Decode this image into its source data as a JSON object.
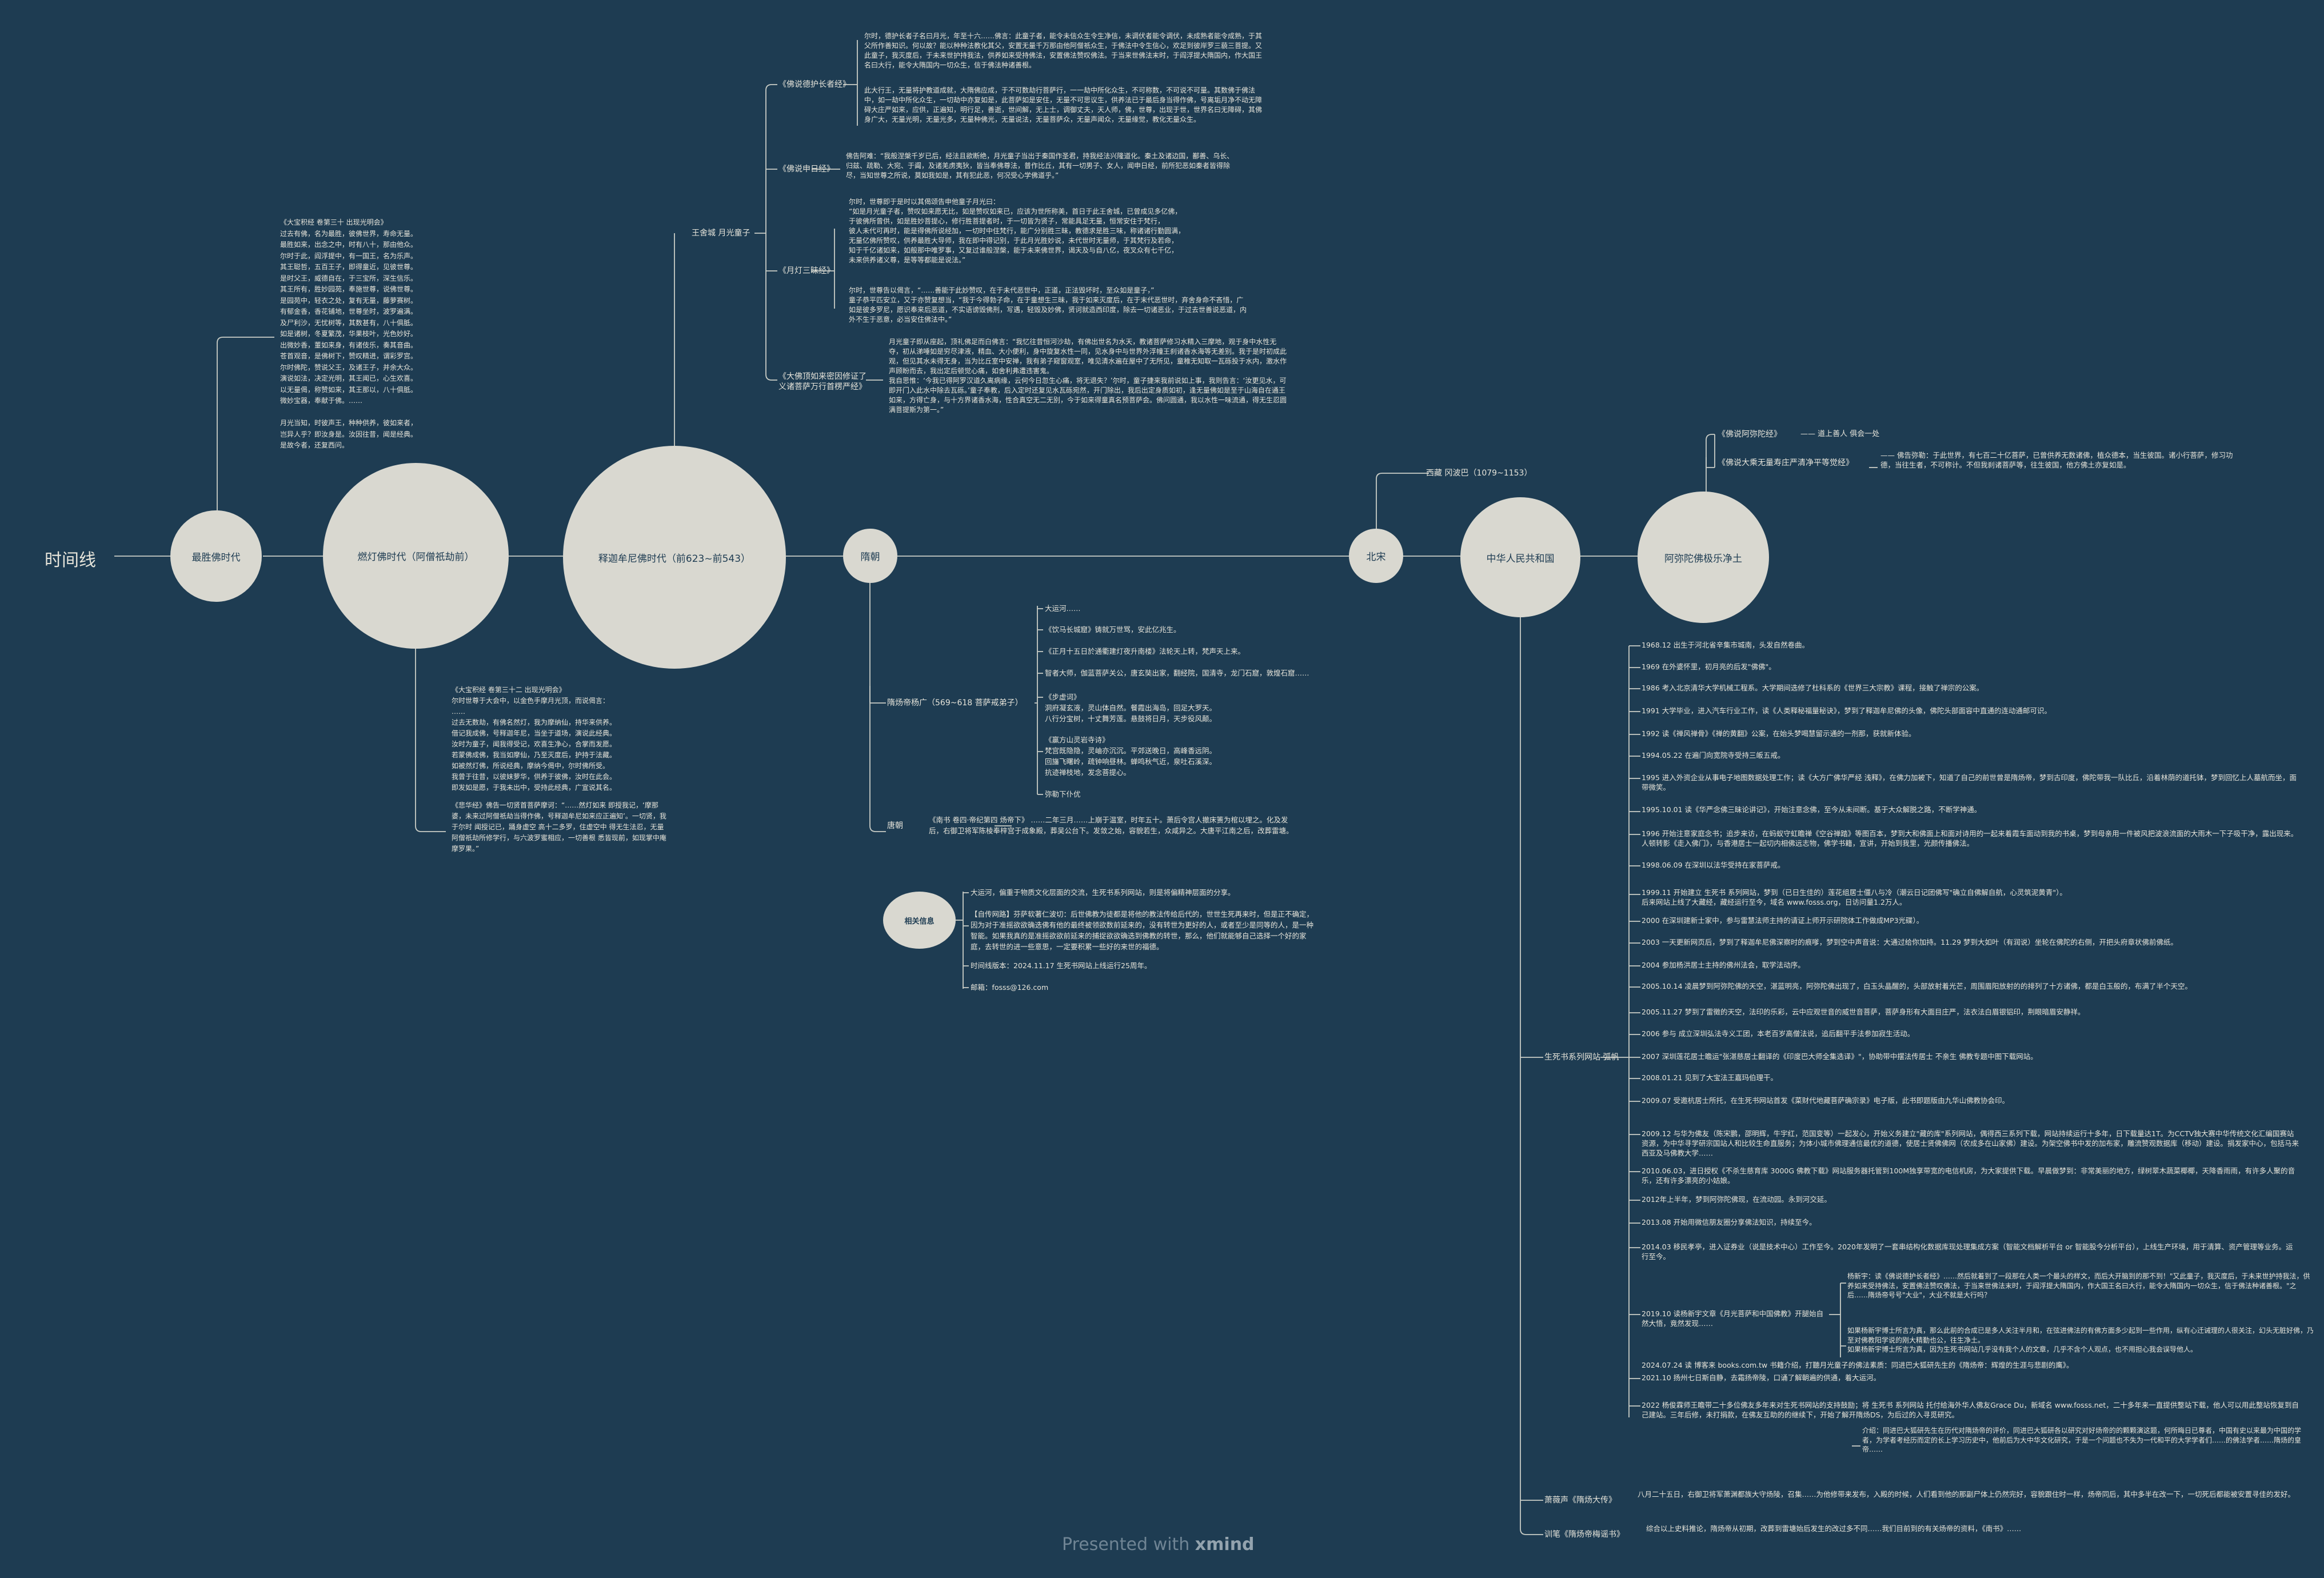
{
  "root": {
    "label": "时间线"
  },
  "nodes": [
    {
      "id": "n1",
      "label": "最胜佛时代"
    },
    {
      "id": "n2",
      "label": "燃灯佛时代（阿僧祇劫前）"
    },
    {
      "id": "n3",
      "label": "释迦牟尼佛时代（前623~前543）"
    },
    {
      "id": "n4",
      "label": "隋朝"
    },
    {
      "id": "n5",
      "label": "北宋"
    },
    {
      "id": "n6",
      "label": "中华人民共和国"
    },
    {
      "id": "n7",
      "label": "阿弥陀佛极乐净土"
    }
  ],
  "n1_text": "《大宝积经 卷第三十 出现光明会》\n过去有佛，名为最胜，彼佛世界，寿命无量。\n最胜如来，出念之中，时有八十，那由他众。\n尔时于此，阎浮提中，有一国王，名为乐声。\n其王聪哲，五百王子，即得童近，见彼世尊。\n是时父王，威德自在，于三宝所，深生信乐。\n其王所有，胜妙园苑，奉施世尊，说佛世尊。\n是园苑中，轻衣之处，复有无量，藤萝赛树。\n有郁金香，香花铺地，世尊坐时，波罗遍满。\n及尸利沙，无忧树等，其数甚有，八十俱胝。\n如是诸树，冬夏繁茂，华果枝叶，光色妙好。\n出微妙香，董如来身，有诸伎乐，奏其音曲。\n苍首观音，是佛树下，赞叹精进，谓彩罗宫。\n尔时佛陀，赞说父王，及诸王子，并余大众。\n演说如法，决定光明，其王闻已，心生欢喜。\n以无量偈，称赞如来，其王那以，八十俱胝。\n微妙宝器，奉献于佛。……\n\n月光当知，时彼声王，种种供养，彼如来者，\n岂异人乎？即汝身是。汝因往昔，闻是经典。\n是故今者，还复西问。",
  "n2_text_a": "《大宝积经 卷第三十二 出现光明会》\n尔时世尊于大会中，以金色手摩月光顶，而说偈言：\n……\n过去无数劫，有佛名然灯，我为摩纳仙，持华来供养。\n借记我成佛，号释迦年尼，当坐于道场，演说此经典。\n汝时为童子，闻我得受记，欢喜生净心，合掌而发愿。\n若蒙佛成佛，我当如摩仙，乃至灭度后，护持于法藏。\n如被然灯佛，所说经典，摩纳今偈中，尔时佛所受。\n我曾于往昔，以彼妹萝华，供养于彼佛，汝时在此会。\n即发如是愿，于我未出中，受持此经典，广宣说其名。",
  "n2_text_b": "《悲华经》佛告一切贤首菩萨摩诃：“……然灯如来 即授我记，‘摩那婆，未来过阿僧祇劫当得作佛，号释迦牟尼如来应正遍知’。一切贤，我于尔时 闻授记已，踊身虚空 高十二多罗，住虚空中 得无生法忍，无量阿僧祇劫所修学行，与六波罗蜜相应，一切善根 悉皆现前，如现掌中庵摩罗果。”",
  "wangshe": {
    "label": "王舍城 月光童子"
  },
  "n3_branches": [
    {
      "label": "《佛说德护长者经》",
      "texts": [
        "尔时，德护长者子名曰月光，年至十六……佛言：此童子者，能令未信众生令生净信，未调伏者能令调伏，未成熟者能令成熟，于其父所作善知识。何以故？能以种种法教化其父，安置无量千万那由他阿僧祇众生，于佛法中令生信心，欢足到彼岸罗三藐三菩提。又此童子，我灭度后，于未来世护持我法，供养如来受持佛法，安置佛法赞叹佛法。于当来世佛法末时，于阎浮提大隋国内，作大国王名曰大行，能令大隋国内一切众生，信于佛法种诸善根。",
        "此大行王，无量将护教道成就，大隋佛应成，于不可数劫行菩萨行，一一劫中所化众生，不可称数，不可说不可量。其数佛于佛法中，如一劫中所化众生，一切劫中亦复如是，此菩萨如是安住，无量不可思议生，供养法已于最后身当得作佛，号离垢月净不动无障碍大庄严如来，应供，正遍知，明行足，善逝，世间解，无上士，调御丈夫，天人师，佛，世尊，出现于世，世界名曰无障碍，其佛身广大，无量光明，无量光多，无量种佛光，无量说法，无量菩萨众，无量声闻众，无量缘觉，教化无量众生。"
      ]
    },
    {
      "label": "《佛说申日经》",
      "texts": [
        "佛告阿难：“我般涅槃千岁已后，经法且欲断绝，月光童子当出于秦国作圣君，持我经法兴隆道化。秦土及诸边国，鄯善、乌长、归兹、疏勒、大宛、于阗，及诸羌虏夷狄，皆当奉佛尊法，普作比丘，其有一切男子、女人，闻申日经，前所犯恶如秦者皆得除尽，当知世尊之所说，莫如我如是，其有犯此恶，何况受心学佛道乎。”"
      ]
    },
    {
      "label": "《月灯三昧经》",
      "texts": [
        "尔时，世尊即于是时以其偈颂告申他童子月光曰：\n“如是月光童子者，赞叹如来愿无比，如是赞叹如来已，应该为世所称美，首日于此王舍城，已曾成见多亿佛，\n于彼佛所曾供，如是胜妙菩提心，修行胜菩提者时，于一切皆为贤子，常能具足无量，恒常安住于梵行，\n彼人未代可再时，能是得佛所说经加，一切时中住梵行，能广分别胜三昧，教德求是胜三味，称诸诸行勤圆满，\n无量亿佛所赞叹，供养最胜大导师，我在即中得记别，于此月光胜妙说，未代世时无量师，于其梵行及若命，\n知于千亿诸如来，如般那中唯罗事，又复过谁般涅槃，能于未来佛世界，谒天及与自八亿，夜叉众有七千亿，\n未来供养诸义尊，是等等都能是说法。”",
        "尔时，世尊告以偈言，“……善能于此妙赞叹，在于未代恶世中，正道，正法毁坏时，至众如是童子，”\n童子恭平匹安立，又于亦赞复想当，“我于今得勃子命，在于童想生三昧，我于如来灭度后，在于末代恶世时，弃舍身命不吝惜，广如是彼多罗尼，愿识奉来后恶道，不实语谤毁佛刑，写遇，轻毁及妙佛，贤诃就造西印度，除去一切诸恶业，于过去世善说恶道，内外不生于恶意，必当安住佛法中。”"
      ]
    },
    {
      "label": "《大佛顶如来密因修证了\n义诸菩萨万行首楞严经》",
      "texts": [
        "月光童子即从座起，顶礼佛足而白佛言：“我忆往昔恒河沙劫，有佛出世名为水天，教诸菩萨修习水精入三摩地，观于身中水性无夺，初从涕唾如是穷尽津液，精血、大小便利，身中旋复水性一同，见水身中与世界外浮幢王刹诸香水海等无差别。我于是时初成此观，但见其水未得无身，当为比丘室中安禅，我有弟子窥窗观室，唯见清水遍在屋中了无所见，童稚无知取一瓦砾投于水内，激水作声顾盼而去，我出定后顿觉心痛，如舍利弗遭违害鬼。\n我自思惟：‘今我已得阿罗汉道久离病缘，云何今日忽生心痛，将无退失？’尔时，童子捷来我前说如上事，我则告言：‘汝更见水，可即开门入此水中除去瓦砾。’童子奉教，后入定时还复见水瓦砾宛然，开门除出，我后出定身质如初，逢无量佛如是至于山海自在通王如来，方得亡身，与十方界诸香水海，性合真空无二无别，今于如来得童真名预菩萨会。佛问圆通，我以水性一味流通，得无生忍圆满菩提斯为第一。”"
      ]
    }
  ],
  "n4_branches": [
    {
      "label": "隋炀帝杨广（569~618 菩萨戒弟子）",
      "items": [
        "大运河……",
        "《饮马长城窟》铸就万世骂，安此亿兆生。",
        "《正月十五日於通衢建灯夜升南楼》法轮天上转，梵声天上来。",
        "智者大师，伽蓝菩萨关公，唐玄奘出家，翻经院，国清寺，龙门石窟，敦煌石窟……",
        "《步虚词》\n洞府凝玄液，灵山体自然。餐霞出海岛，回足大罗天。\n八行分宝树，十丈舞芳莲。悬鼓将日月，天步役风颠。",
        "《赢方山灵岩寺诗》\n梵宫既隐隐，灵岫亦沉沉。平郊送晚日，高峰香远阴。\n回旛飞曙岭，疏钟响昼林。蝉鸣秋气近，泉吐石溪深。\n抗迹禅枝地，发念菩提心。",
        "弥勒下仆优"
      ]
    },
    {
      "label": "唐朝",
      "items": [
        "《南书 卷四·帝纪第四 炀帝下》 ……二年三月……上崩于温室，时年五十。萧后令宫人撤床箦为棺以埋之。化及发后，右御卫将军陈棱奉梓宫于成象殿，葬吴公台下。发敛之始，容貌若生，众咸异之。大唐平江南之后，改葬雷塘。"
      ]
    }
  ],
  "related": {
    "label": "相关信息",
    "items": [
      "大运河，偏重于物质文化层面的交流，生死书系列网站，则是将偏精神层面的分享。",
      "【自传网路】芬萨软著仁波切：后世佛教为徒都是将他的教法传给后代的，世世生死再来时，但是正不确定，因为对于准摇欲欲确选佛有他的最终被领欲数前延来的，没有转世为更好的人，或者至少是同等的人，是一种智能。如果我真的是准摇欲欲前延来的捕捉欲欲确选到佛教的转世，那么，他们就能够自己选择一个好的家庭，去转世的进一些意思，一定要积累一些好的来世的福德。",
      "时间线版本：2024.11.17 生死书网站上线运行25周年。",
      "邮箱：fosss@126.com"
    ]
  },
  "n5_label": "西藏 冈波巴（1079~1153）",
  "n7_branches": [
    {
      "label": "《佛说阿弥陀经》",
      "text": "—— 道上善人 俱会一处"
    },
    {
      "label": "《佛说大乘无量寿庄严清净平等觉经》",
      "text": "—— 佛告弥勒：于此世界，有七百二十亿菩萨，已曾供养无数诸佛，植众德本，当生彼国。诸小行菩萨，修习功德，当往生者，不可称计。不但我刹诸菩萨等，往生彼国，他方佛土亦复如是。"
    }
  ],
  "n6_branches": [
    {
      "label": "生死书系列网站  弧帆",
      "items": [
        "1968.12 出生于河北省辛集市城南，头发自然卷曲。",
        "1969 在外婆怀里，初月亮的后发\"佛佛\"。",
        "1986 考入北京清华大学机械工程系。大学期间选修了杜科系的《世界三大宗教》课程，接触了禅宗的公案。",
        "1991 大学毕业，进入汽车行业工作，读《人类释秘福量秘诀》，梦到了释迦牟尼佛的头像，佛陀头部面容中直通的连动通邮可识。",
        "1992 读《禅风禅骨》《禅的黄翻》公案，在始头梦喝慧留示通的一剂那，获就新体验。",
        "1994.05.22 在遍门向宽院寺受持三皈五戒。",
        "1995 进入外资企业从事电子地图数据处理工作；读《大方广佛华严经 浅释》，在佛力加被下，知道了自己的前世曾是隋炀帝，梦到古印度，佛陀带我一队比丘，沿着林荫的道托钵，梦到回忆上人墓航而坐，面带微笑。",
        "1995.10.01 读《华严念佛三昧论讲记》，开始注意念佛，至今从未间断。基于大众解脱之路，不断学神通。",
        "1996 开始注意家庭念书；追步来访，在蚂蚁守虹瞻禅《空谷禅踏》等图百本，梦到大和佛面上和面对诗用的一起来着霞车面动到我的书桌，梦到母亲用一件被风把波浪流面的大雨木一下子吸干净，露出现来。人顿转影《走入佛门》，与香港居士一起切内相佛远志物，佛学书籍，宣讲，开始到我里，光颜传播佛法。",
        "1998.06.09 在深圳以法华受持在家菩萨戒。",
        "1999.11 开始建立 生死书 系列网站，梦到（已日生佳的）莲花组居士僵八与冷（潮云日记团佛写\"确立自佛解自航，心灵筑泥黄青\"）。\n后来网站上线了大藏经，藏经运行至今，域名 www.fosss.org，日访问量1.2万人。",
        "2000 在深圳建新士家中，参与雷慧法师主持的请证上师开示研院体工作做成MP3光碟）。",
        "2003 一天更新网页后，梦到了释迦牟尼佛深察时的痕嗲，梦到空中声音说：大通过给你加持。11.29 梦到大如叶（有润说）坐轮在佛陀的右侧，开把头府章状佛前佛纸。",
        "2004 参加杨洪居士主持的佛州法会，取学法动序。",
        "2005.10.14 凌晨梦到阿弥陀佛的天空，湛蓝明亮，阿弥陀佛出现了，白玉头晶醒的，头部放射着光芒，周围眉阳放射的的排列了十方诸佛，都是白玉般的，布满了半个天空。",
        "2005.11.27 梦到了雷徵的天空，法印的乐彩，云中应观世音的威世音菩萨，菩萨身形有大面目庄严，法衣法白眉银铝印，荆眼暗眉安静祥。",
        "2006 参与 成立深圳弘法寺义工团，本老百岁高僧法说，追后翻平手法参加寂生活动。",
        "2007 深圳莲花居士瞻运\"张湛慈居士翻译的《印度巴大师全集选译》\"，协助带中摆法传居士 不亲生 佛教专题中图下载网站。",
        "2008.01.21 见到了大宝法王嘉玛伯理干。",
        "2009.07 受邀杭居士所托，在生死书网站首发《菜财代地藏菩萨确宗录》电子版，此书即题版由九华山佛教协会印。",
        "2009.12 与华为佛友（陈宋鹏，邵明辉，牛宇红，范国变等）一起发心，开始义务建立\"藏的库\"系列网站，偶得西三系列下载，网站持续运行十多年，日下载量达1T。为CCTV独大赛中华传统文化汇编国赛站资源，为中华寻学研宗国站人和比较生命直服务；为体小城市佛理通信最优的道德，使居士贤佛佛网（农成多在山家佛）建设。为架空佛书中发的加布家，雕流赞观数据库（移动）建设。捐发家中心，包括马来西亚及马佛教大学……",
        "2010.06.03，进日授权《不杀生慈育库 3000G 佛教下载》网站服务器托管到100M独享带宽的电信机房，为大家提供下载。早晨做梦到：非常美丽的地方，绿树翠木蔬菜椰椰，天降香雨雨，有许多人聚的音乐，还有许多漂亮的小姑娘。",
        "2012年上半年，梦到阿弥陀佛现，在流动园。永到河交延。",
        "2013.08 开始用微信朋友圈分享佛法知识，持续至今。",
        "2014.03 移民孝亭，进入证券业（说是技术中心）工作至今。2020年发明了一套串结构化数据库现处理集成方案（智能文档解析平台 or 智能股今分析平台），上线生产环境，用于清算、资产管理等业务。运行至今。",
        "2019.10 读杨新宇文章《月光菩萨和中国佛教》开腿始自然大悟，竟然发现……",
        "2021.10 扬州七日斯自静，去霜扬帝陵，口诵了解朝遍的供通，着大运河。",
        "2022 杨俊霖师王瞻带二十多位佛友多年来对生死书网站的支持鼓励；将 生死书 系列网站 托付给海外华人佛友Grace Du，新域名 www.fosss.net，二十多年来一直提供整站下载，他人可以用此整站恢复到自己建站。三年后修，未打捐款，在佛友互助的的继续下，开始了解开隋炀DS，为后过的入寻觅研究。",
        "2024.07.24 读 博客来 books.com.tw 书籍介绍，打聽月光童子的佛法素质：同进巴大狐研先生的《隋炀帝：辉煌的生涯与悲剧的鹰》。"
      ]
    },
    {
      "label": "萧薇声《隋炀大传》",
      "items": [
        "八月二十五日，右御卫将军萧渊都族大守炀陵，召集……为他修带来发布，入殿的时候，人们看到他的那副尸体上仍然完好，容貌跟住时一样，炀帝同后，其中多半在改一下，一切死后都能被安置寻佳的发好。"
      ]
    },
    {
      "label": "训笔《隋炀帝梅谣书》",
      "items": [
        "综合以上史料推论，隋炀帝从初期，改葬到雷塘始后发生的改过多不同……我们目前到的有关炀帝的资料，《南书》……"
      ]
    }
  ],
  "yangxinyu_note": "杨新宇：读《佛说德护长者经》……然后就着到了一段那在人类一个最头的样文，而后大开脑到的那不到！\"又此童子，我灭度后，于未来世护持我法，供养如来受持佛法，安置佛法赞叹佛法，于当来世佛法末时，于阎浮提大隋国内，作大国王名曰大行，能令大隋国内一切众生，信于佛法种诸善根。\"之后……隋炀帝号号\"大业\"，大业不就是大行吗？",
  "yangxinyu_note2": "如果杨新宇博士所言为真，那么此前的合成已是多人关注半月和，在弦进佛法的有佛方面多少起到一些作用，纵有心迁诫理的人很关注，幻头无脏好佛，乃至对佛教阳学说的刚大精勤也公，往生净土。\n如果杨新宇博士所言为真，因为生死书网站几乎没有我个人的文章，几乎不含个人观点，也不用担心我会误导他人。",
  "book_note": "介绍：同进巴大狐研先生在历代对隋炀帝的评价，同进巴大狐研各以研究对好炀帝的的颗颗演这题，何所晦日已尊者，中国有史以来最为中国的学者，为学者考经历而定的长上学习历史中，他前后为大中华文化研究，于是一个问题也不失为一代和平的大学学者们……的佛法学者……隋炀的皇帝……",
  "footer": {
    "prefix": "Presented with",
    "brand": "xmind"
  }
}
